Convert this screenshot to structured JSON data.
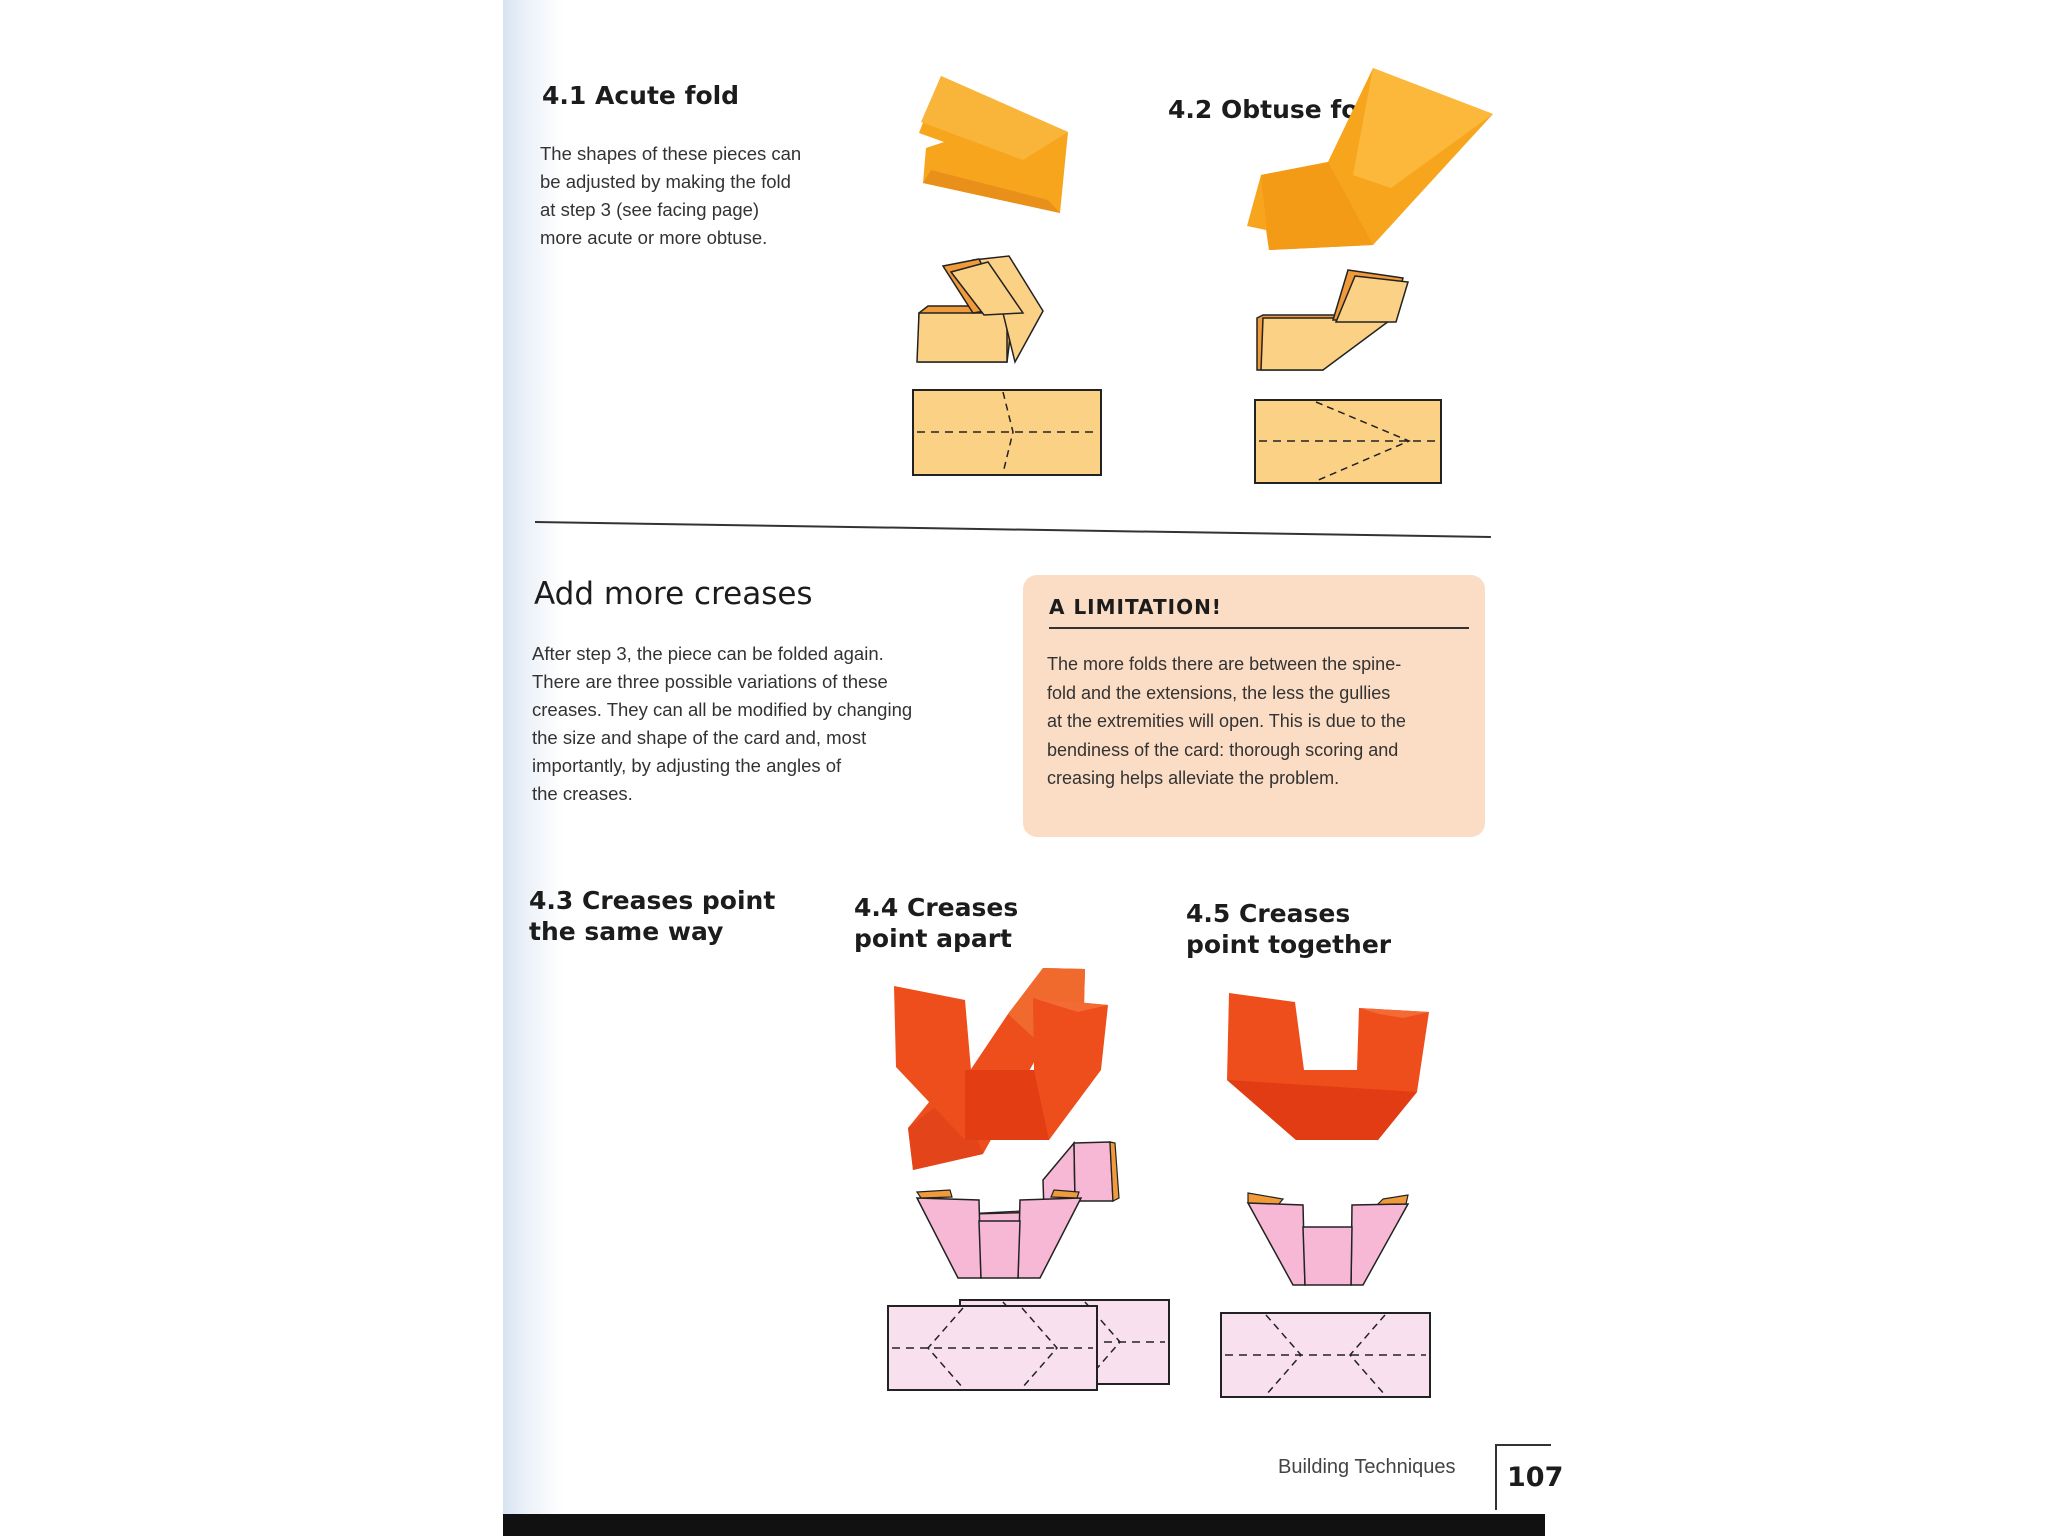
{
  "sections": {
    "acute": {
      "heading": "4.1 Acute fold",
      "text_lines": [
        "The shapes of these pieces can",
        "be adjusted by making the fold",
        "at step 3 (see facing page)",
        "more acute or more obtuse."
      ]
    },
    "obtuse": {
      "heading": "4.2 Obtuse fold"
    },
    "more_creases": {
      "title": "Add more creases",
      "text_lines": [
        "After step 3, the piece can be folded again.",
        "There are three possible variations of these",
        "creases. They can all be modified by changing",
        "the size and shape of the card and, most",
        "importantly, by adjusting the angles of",
        "the creases."
      ]
    },
    "limitation": {
      "title": "A LIMITATION!",
      "text_lines": [
        "The more folds there are between the spine-",
        "fold and the extensions, the less the gullies",
        "at the extremities will open. This is due to the",
        "bendiness of the card: thorough scoring and",
        "creasing helps alleviate the problem."
      ]
    },
    "same_way": {
      "heading_lines": [
        "4.3 Creases point",
        "the same way"
      ]
    },
    "apart": {
      "heading_lines": [
        "4.4 Creases",
        "point apart"
      ]
    },
    "together": {
      "heading_lines": [
        "4.5 Creases",
        "point together"
      ]
    }
  },
  "footer": {
    "label": "Building Techniques",
    "page_number": "107"
  },
  "colors": {
    "orange_photo": "#f7a51d",
    "orange_light": "#fbd186",
    "red_photo": "#ee4e1c",
    "pink_light": "#f7b8d6",
    "pink_pale": "#f9e0ee",
    "callout_bg": "#fbdcc4"
  }
}
